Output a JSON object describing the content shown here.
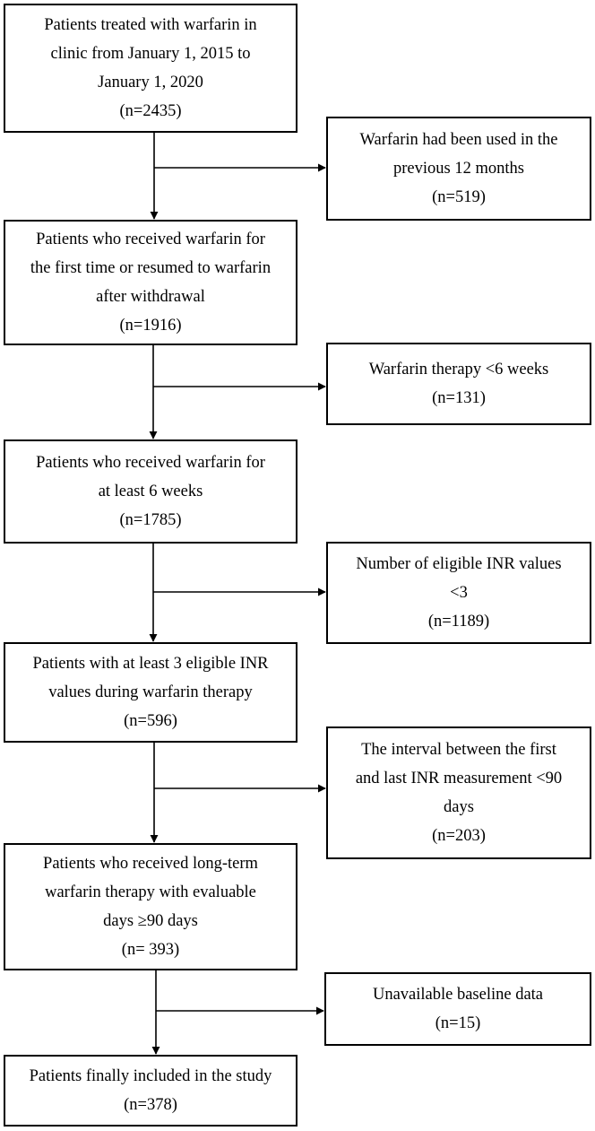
{
  "main_steps": [
    {
      "lines": [
        "Patients treated with warfarin in",
        "clinic from January 1, 2015 to",
        "January 1, 2020"
      ],
      "count": "(n=2435)"
    },
    {
      "lines": [
        "Patients who received warfarin for",
        "the first time or resumed to warfarin",
        "after withdrawal"
      ],
      "count": "(n=1916)"
    },
    {
      "lines": [
        "Patients who received warfarin for",
        "at least 6 weeks"
      ],
      "count": "(n=1785)"
    },
    {
      "lines": [
        "Patients with at least 3 eligible INR",
        "values during warfarin therapy"
      ],
      "count": "(n=596)"
    },
    {
      "lines": [
        "Patients who received long-term",
        "warfarin therapy with evaluable",
        "days ≥90 days"
      ],
      "count": "(n= 393)"
    },
    {
      "lines": [
        "Patients finally included in the study"
      ],
      "count": "(n=378)"
    }
  ],
  "exclusions": [
    {
      "lines": [
        "Warfarin had been used in the",
        "previous 12 months"
      ],
      "count": "(n=519)"
    },
    {
      "lines": [
        "Warfarin therapy <6 weeks"
      ],
      "count": "(n=131)"
    },
    {
      "lines": [
        "Number of eligible INR values",
        "<3"
      ],
      "count": "(n=1189)"
    },
    {
      "lines": [
        "The interval between the first",
        "and last INR measurement <90",
        "days"
      ],
      "count": "(n=203)"
    },
    {
      "lines": [
        "Unavailable baseline data"
      ],
      "count": "(n=15)"
    }
  ]
}
